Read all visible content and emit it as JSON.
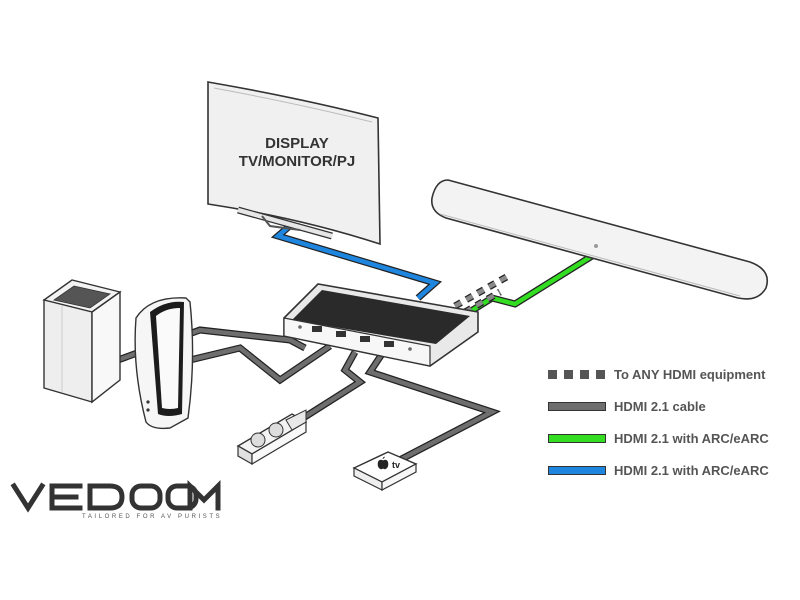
{
  "display": {
    "line1": "DISPLAY",
    "line2": "TV/MONITOR/PJ"
  },
  "streaming_box": {
    "label": "tv",
    "logo_icon": "apple-icon"
  },
  "legend": {
    "items": [
      {
        "style": "dashed",
        "color": "#555555",
        "label": "To ANY HDMI equipment"
      },
      {
        "style": "solid",
        "color": "#6e6e6e",
        "label": "HDMI 2.1 cable"
      },
      {
        "style": "solid",
        "color": "#33dd22",
        "label": "HDMI 2.1 with ARC/eARC"
      },
      {
        "style": "solid",
        "color": "#1f86e0",
        "label": "HDMI 2.1 with ARC/eARC"
      }
    ]
  },
  "brand": {
    "name": "VEDOOM",
    "tagline": "TAILORED FOR AV PURISTS"
  },
  "colors": {
    "gray_cable": "#6e6e6e",
    "green_cable": "#33dd22",
    "blue_cable": "#1f86e0",
    "outline": "#333333"
  }
}
